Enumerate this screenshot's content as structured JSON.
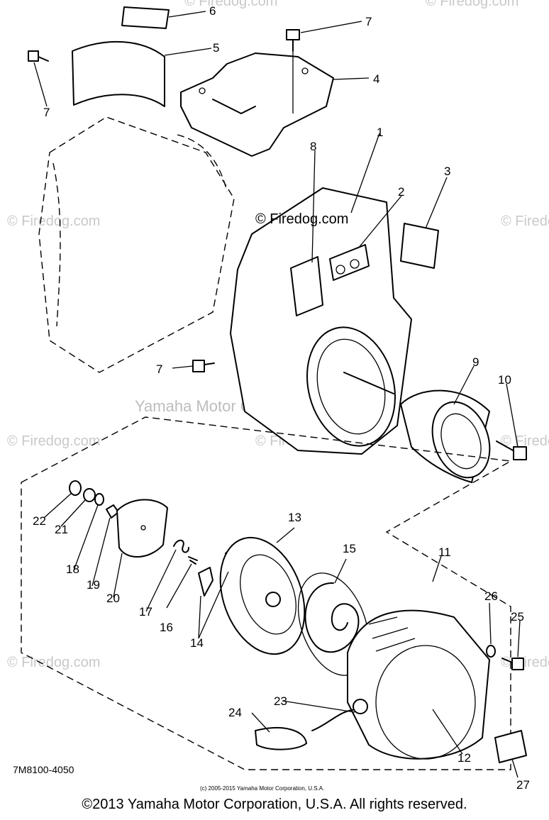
{
  "diagram": {
    "part_numbers": {
      "p1": "1",
      "p2": "2",
      "p3": "3",
      "p4": "4",
      "p5": "5",
      "p6": "6",
      "p7a": "7",
      "p7b": "7",
      "p7c": "7",
      "p8": "8",
      "p9": "9",
      "p10": "10",
      "p11": "11",
      "p12": "12",
      "p13": "13",
      "p14": "14",
      "p15": "15",
      "p16": "16",
      "p17": "17",
      "p18": "18",
      "p19": "19",
      "p20": "20",
      "p21": "21",
      "p22": "22",
      "p23": "23",
      "p24": "24",
      "p25": "25",
      "p26": "26",
      "p27": "27"
    },
    "watermark_text": "© Firedog.com",
    "center_watermark": "© Firedog.com",
    "faint_watermark": "Yamaha Motor Corp, U.S.A.",
    "diagram_code": "7M8100-4050",
    "small_copyright": "(c) 2005-2015 Yamaha Motor Corporation, U.S.A."
  },
  "footer": {
    "copyright": "©2013 Yamaha Motor Corporation, U.S.A. All rights reserved."
  }
}
